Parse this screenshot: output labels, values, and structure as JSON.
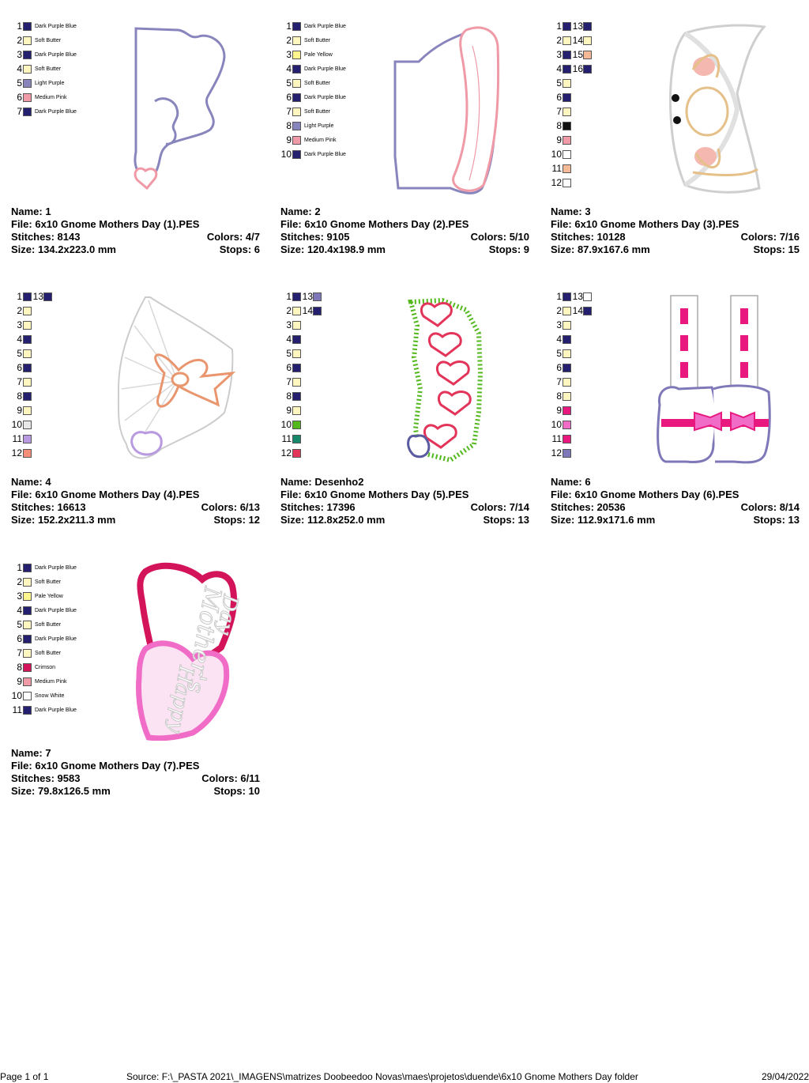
{
  "colors": {
    "Dark Purple Blue": "#241f6f",
    "Soft Butter": "#fff6c0",
    "Pale Yellow": "#fff78e",
    "Light Purple": "#8885bd",
    "Medium Pink": "#ef9aa6",
    "Snow White": "#ffffff",
    "Crimson": "#d4145a",
    "black": "#111111",
    "peach": "#f5b998",
    "white": "#ffffff",
    "lightgray": "#e8e8e8",
    "pinkpurple": "#b99ae0",
    "salmon": "#f28e7a",
    "green": "#52b81c",
    "teal": "#15876a",
    "red": "#e3345a",
    "magenta": "#e8187f",
    "pink": "#f06cc7",
    "lavender": "#7f78b8"
  },
  "designs": [
    {
      "name": "Name: 1",
      "file": "File: 6x10 Gnome Mothers Day (1).PES",
      "stitches": "Stitches: 8143",
      "colors_count": "Colors: 4/7",
      "size": "Size: 134.2x223.0 mm",
      "stops": "Stops: 6",
      "swatches": [
        {
          "num": "1",
          "color": "Dark Purple Blue",
          "label": "Dark Purple Blue"
        },
        {
          "num": "2",
          "color": "Soft Butter",
          "label": "Soft Butter"
        },
        {
          "num": "3",
          "color": "Dark Purple Blue",
          "label": "Dark Purple Blue"
        },
        {
          "num": "4",
          "color": "Soft Butter",
          "label": "Soft Butter"
        },
        {
          "num": "5",
          "color": "Light Purple",
          "label": "Light Purple"
        },
        {
          "num": "6",
          "color": "Medium Pink",
          "label": "Medium Pink"
        },
        {
          "num": "7",
          "color": "Dark Purple Blue",
          "label": "Dark Purple Blue"
        }
      ]
    },
    {
      "name": "Name: 2",
      "file": "File: 6x10 Gnome Mothers Day (2).PES",
      "stitches": "Stitches: 9105",
      "colors_count": "Colors: 5/10",
      "size": "Size: 120.4x198.9 mm",
      "stops": "Stops: 9",
      "swatches": [
        {
          "num": "1",
          "color": "Dark Purple Blue",
          "label": "Dark Purple Blue"
        },
        {
          "num": "2",
          "color": "Soft Butter",
          "label": "Soft Butter"
        },
        {
          "num": "3",
          "color": "Pale Yellow",
          "label": "Pale Yellow"
        },
        {
          "num": "4",
          "color": "Dark Purple Blue",
          "label": "Dark Purple Blue"
        },
        {
          "num": "5",
          "color": "Soft Butter",
          "label": "Soft Butter"
        },
        {
          "num": "6",
          "color": "Dark Purple Blue",
          "label": "Dark Purple Blue"
        },
        {
          "num": "7",
          "color": "Soft Butter",
          "label": "Soft Butter"
        },
        {
          "num": "8",
          "color": "Light Purple",
          "label": "Light Purple"
        },
        {
          "num": "9",
          "color": "Medium Pink",
          "label": "Medium Pink"
        },
        {
          "num": "10",
          "color": "Dark Purple Blue",
          "label": "Dark Purple Blue"
        }
      ]
    },
    {
      "name": "Name: 3",
      "file": "File: 6x10 Gnome Mothers Day (3).PES",
      "stitches": "Stitches: 10128",
      "colors_count": "Colors: 7/16",
      "size": "Size: 87.9x167.6 mm",
      "stops": "Stops: 15",
      "swatches": [
        {
          "num": "1",
          "color": "Dark Purple Blue",
          "num2": "13",
          "color2": "Dark Purple Blue"
        },
        {
          "num": "2",
          "color": "Soft Butter",
          "num2": "14",
          "color2": "Soft Butter"
        },
        {
          "num": "3",
          "color": "Dark Purple Blue",
          "num2": "15",
          "color2": "peach"
        },
        {
          "num": "4",
          "color": "Dark Purple Blue",
          "num2": "16",
          "color2": "Dark Purple Blue"
        },
        {
          "num": "5",
          "color": "Soft Butter"
        },
        {
          "num": "6",
          "color": "Dark Purple Blue"
        },
        {
          "num": "7",
          "color": "Soft Butter"
        },
        {
          "num": "8",
          "color": "black"
        },
        {
          "num": "9",
          "color": "Medium Pink"
        },
        {
          "num": "10",
          "color": "white"
        },
        {
          "num": "11",
          "color": "peach"
        },
        {
          "num": "12",
          "color": "white"
        }
      ]
    },
    {
      "name": "Name: 4",
      "file": "File: 6x10 Gnome Mothers Day (4).PES",
      "stitches": "Stitches: 16613",
      "colors_count": "Colors: 6/13",
      "size": "Size: 152.2x211.3 mm",
      "stops": "Stops: 12",
      "swatches": [
        {
          "num": "1",
          "color": "Dark Purple Blue",
          "num2": "13",
          "color2": "Dark Purple Blue"
        },
        {
          "num": "2",
          "color": "Soft Butter"
        },
        {
          "num": "3",
          "color": "Soft Butter"
        },
        {
          "num": "4",
          "color": "Dark Purple Blue"
        },
        {
          "num": "5",
          "color": "Soft Butter"
        },
        {
          "num": "6",
          "color": "Dark Purple Blue"
        },
        {
          "num": "7",
          "color": "Soft Butter"
        },
        {
          "num": "8",
          "color": "Dark Purple Blue"
        },
        {
          "num": "9",
          "color": "Soft Butter"
        },
        {
          "num": "10",
          "color": "lightgray"
        },
        {
          "num": "11",
          "color": "pinkpurple"
        },
        {
          "num": "12",
          "color": "salmon"
        }
      ]
    },
    {
      "name": "Name: Desenho2",
      "file": "File: 6x10 Gnome Mothers Day (5).PES",
      "stitches": "Stitches: 17396",
      "colors_count": "Colors: 7/14",
      "size": "Size: 112.8x252.0 mm",
      "stops": "Stops: 13",
      "swatches": [
        {
          "num": "1",
          "color": "Dark Purple Blue",
          "num2": "13",
          "color2": "lavender"
        },
        {
          "num": "2",
          "color": "Soft Butter",
          "num2": "14",
          "color2": "Dark Purple Blue"
        },
        {
          "num": "3",
          "color": "Soft Butter"
        },
        {
          "num": "4",
          "color": "Dark Purple Blue"
        },
        {
          "num": "5",
          "color": "Soft Butter"
        },
        {
          "num": "6",
          "color": "Dark Purple Blue"
        },
        {
          "num": "7",
          "color": "Soft Butter"
        },
        {
          "num": "8",
          "color": "Dark Purple Blue"
        },
        {
          "num": "9",
          "color": "Soft Butter"
        },
        {
          "num": "10",
          "color": "green"
        },
        {
          "num": "11",
          "color": "teal"
        },
        {
          "num": "12",
          "color": "red"
        }
      ]
    },
    {
      "name": "Name: 6",
      "file": "File: 6x10 Gnome Mothers Day (6).PES",
      "stitches": "Stitches: 20536",
      "colors_count": "Colors: 8/14",
      "size": "Size: 112.9x171.6 mm",
      "stops": "Stops: 13",
      "swatches": [
        {
          "num": "1",
          "color": "Dark Purple Blue",
          "num2": "13",
          "color2": "white"
        },
        {
          "num": "2",
          "color": "Soft Butter",
          "num2": "14",
          "color2": "Dark Purple Blue"
        },
        {
          "num": "3",
          "color": "Soft Butter"
        },
        {
          "num": "4",
          "color": "Dark Purple Blue"
        },
        {
          "num": "5",
          "color": "Soft Butter"
        },
        {
          "num": "6",
          "color": "Dark Purple Blue"
        },
        {
          "num": "7",
          "color": "Soft Butter"
        },
        {
          "num": "8",
          "color": "Soft Butter"
        },
        {
          "num": "9",
          "color": "magenta"
        },
        {
          "num": "10",
          "color": "pink"
        },
        {
          "num": "11",
          "color": "magenta"
        },
        {
          "num": "12",
          "color": "lavender"
        }
      ]
    },
    {
      "name": "Name: 7",
      "file": "File: 6x10 Gnome Mothers Day (7).PES",
      "stitches": "Stitches: 9583",
      "colors_count": "Colors: 6/11",
      "size": "Size: 79.8x126.5 mm",
      "stops": "Stops: 10",
      "swatches": [
        {
          "num": "1",
          "color": "Dark Purple Blue",
          "label": "Dark Purple Blue"
        },
        {
          "num": "2",
          "color": "Soft Butter",
          "label": "Soft Butter"
        },
        {
          "num": "3",
          "color": "Pale Yellow",
          "label": "Pale Yellow"
        },
        {
          "num": "4",
          "color": "Dark Purple Blue",
          "label": "Dark Purple Blue"
        },
        {
          "num": "5",
          "color": "Soft Butter",
          "label": "Soft Butter"
        },
        {
          "num": "6",
          "color": "Dark Purple Blue",
          "label": "Dark Purple Blue"
        },
        {
          "num": "7",
          "color": "Soft Butter",
          "label": "Soft Butter"
        },
        {
          "num": "8",
          "color": "Crimson",
          "label": "Crimson"
        },
        {
          "num": "9",
          "color": "Medium Pink",
          "label": "Medium Pink"
        },
        {
          "num": "10",
          "color": "Snow White",
          "label": "Snow White"
        },
        {
          "num": "11",
          "color": "Dark Purple Blue",
          "label": "Dark Purple Blue"
        }
      ]
    }
  ],
  "art7": {
    "text_top": "Mother's",
    "text_top2": "Day",
    "text_bottom": "Happy"
  },
  "footer": {
    "page": "Page 1 of 1",
    "source": "Source: F:\\_PASTA 2021\\_IMAGENS\\matrizes Doobeedoo Novas\\maes\\projetos\\duende\\6x10 Gnome Mothers Day folder",
    "date": "29/04/2022"
  }
}
